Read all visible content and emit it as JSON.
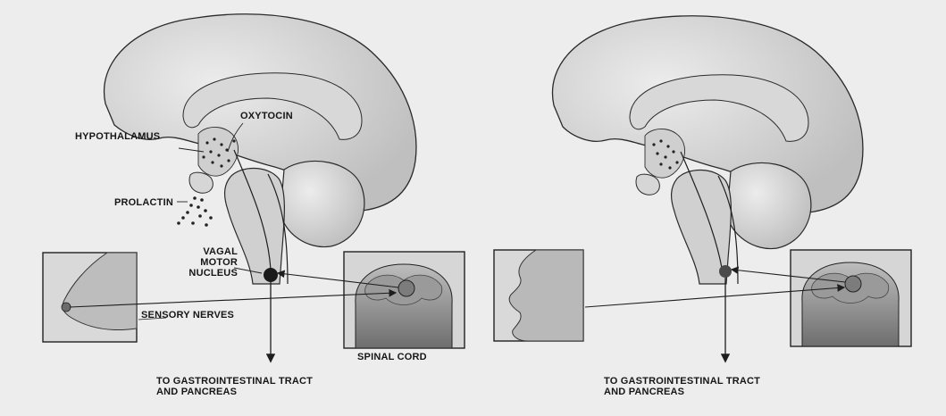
{
  "labels": {
    "hypothalamus": "HYPOTHALAMUS",
    "oxytocin": "OXYTOCIN",
    "prolactin": "PROLACTIN",
    "vagal_1": "VAGAL",
    "vagal_2": "MOTOR",
    "vagal_3": "NUCLEUS",
    "sensory_nerves": "SENSORY NERVES",
    "spinal_cord": "SPINAL CORD",
    "gi_left_1": "TO GASTROINTESTINAL TRACT",
    "gi_left_2": "AND PANCREAS",
    "gi_right_1": "TO GASTROINTESTINAL TRACT",
    "gi_right_2": "AND PANCREAS"
  },
  "colors": {
    "background": "#ededed",
    "tissue_light": "#e2e2e2",
    "tissue_shade": "#c9c9c9",
    "tissue_dark": "#a9a9a9",
    "outline": "#2a2a2a",
    "text": "#161616"
  }
}
